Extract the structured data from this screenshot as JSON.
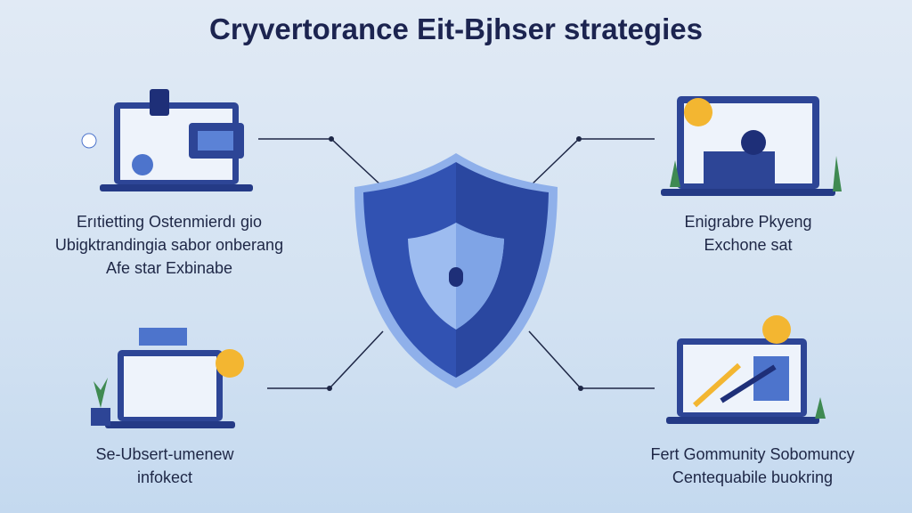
{
  "title": "Cryvertorance Eit-Bjhser strategies",
  "captions": {
    "top_left": [
      "Erıtietting Ostenmierdı gio",
      "Ubigktrandingia sabor onberang",
      "Afe star Exbinabe"
    ],
    "top_right": [
      "Enigrabre Pkyeng",
      "Exchone sat"
    ],
    "bottom_left": [
      "Se-Ubsert-umenew",
      "infokect"
    ],
    "bottom_right": [
      "Fert Gommunity Sobomuncy",
      "Centequabile buokring"
    ]
  },
  "colors": {
    "shield_dark": "#2f4fae",
    "shield_light": "#5f86d8",
    "laptop": "#2d4596",
    "coin": "#f3b631",
    "bg": "#d6e4f3"
  }
}
